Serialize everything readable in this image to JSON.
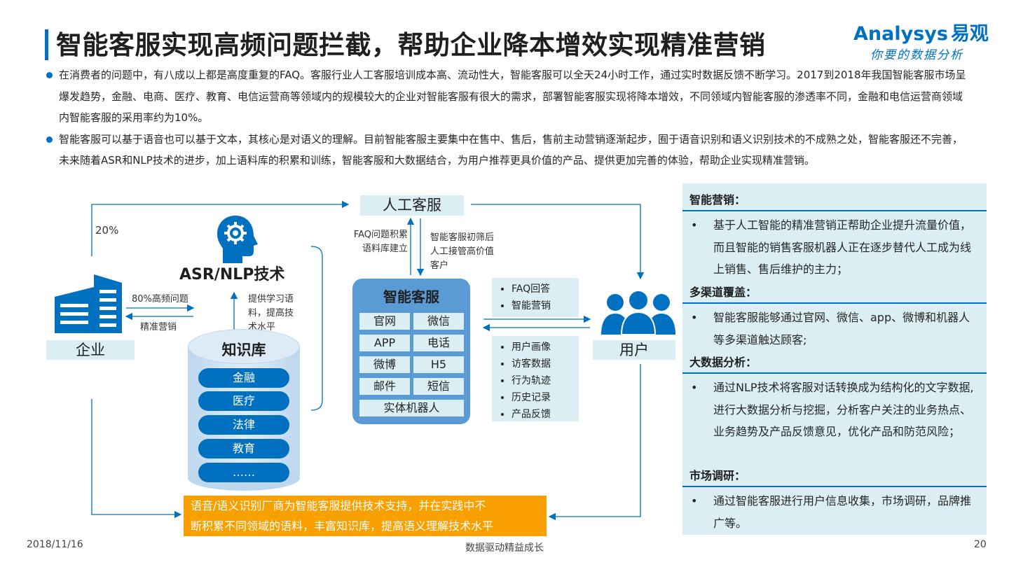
{
  "header": {
    "title": "智能客服实现高频问题拦截，帮助企业降本增效实现精准营销",
    "logo_en": "Analysys",
    "logo_cn": "易观",
    "logo_sub": "你要的数据分析"
  },
  "bullets": [
    "在消费者的问题中，有八成以上都是高度重复的FAQ。客服行业人工客服培训成本高、流动性大，智能客服可以全天24小时工作，通过实时数据反馈不断学习。2017到2018年我国智能客服市场呈爆发趋势，金融、电商、医疗、教育、电信运营商等领域内的规模较大的企业对智能客服有很大的需求，部署智能客服实现将降本增效，不同领域内智能客服的渗透率不同，金融和电信运营商领域内智能客服的采用率约为10%。",
    "智能客服可以基于语音也可以基于文本，其核心是对语义的理解。目前智能客服主要集中在售中、售后，售前主动营销逐渐起步，囿于语音识别和语义识别技术的不成熟之处，智能客服还不完善，未来随着ASR和NLP技术的进步，加上语料库的积累和训练，智能客服和大数据结合，为用户推荐更具价值的产品、提供更加完善的体验，帮助企业实现精准营销。"
  ],
  "diagram": {
    "human_service": "人工客服",
    "pct_20": "20%",
    "asr_nlp": "ASR/NLP技术",
    "faq_build": [
      "FAQ问题积累",
      "语料库建立"
    ],
    "screen_text": [
      "智能客服初筛后",
      "人工接管高价值",
      "客户"
    ],
    "enterprise": "企业",
    "high_freq": "80%高频问题",
    "precise_marketing": "精准营销",
    "provide_learning": [
      "提供学习语",
      "料，提高技",
      "术水平"
    ],
    "knowledge_base": "知识库",
    "knowledge_items": [
      "金融",
      "医疗",
      "法律",
      "教育",
      "……"
    ],
    "smart_service": "智能客服",
    "channels": [
      "官网",
      "微信",
      "APP",
      "电话",
      "微博",
      "H5",
      "邮件",
      "短信"
    ],
    "physical_robot": "实体机器人",
    "out_items": [
      "FAQ回答",
      "智能营销"
    ],
    "in_items": [
      "用户画像",
      "访客数据",
      "行为轨迹",
      "历史记录",
      "产品反馈"
    ],
    "user": "用户",
    "orange_text": [
      "语音/语义识别厂商为智能客服提供技术支持，并在实践中不",
      "断积累不同领域的语料，丰富知识库，提高语义理解技术水平"
    ]
  },
  "panel": [
    {
      "head": "智能营销：",
      "body": "基于人工智能的精准营销正帮助企业提升流量价值，而且智能的销售客服机器人正在逐步替代人工成为线上销售、售后维护的主力；"
    },
    {
      "head": "多渠道覆盖：",
      "body": "智能客服能够通过官网、微信、app、微博和机器人等多渠道触达顾客;"
    },
    {
      "head": "大数据分析：",
      "body": "通过NLP技术将客服对话转换成为结构化的文字数据, 进行大数据分析与挖掘，分析客户关注的业务热点、业务趋势及产品反馈意见，优化产品和防范风险；"
    },
    {
      "head": "市场调研：",
      "body": "通过智能客服进行用户信息收集，市场调研，品牌推广等。"
    }
  ],
  "panel_bullet": "•",
  "footer": {
    "date": "2018/11/16",
    "slogan": "数据驱动精益成长",
    "page": "20"
  },
  "colors": {
    "accent": "#0070C0",
    "light_blue": "#DAEEF3",
    "mid_blue": "#5B9BD5",
    "orange": "#F7A000"
  }
}
